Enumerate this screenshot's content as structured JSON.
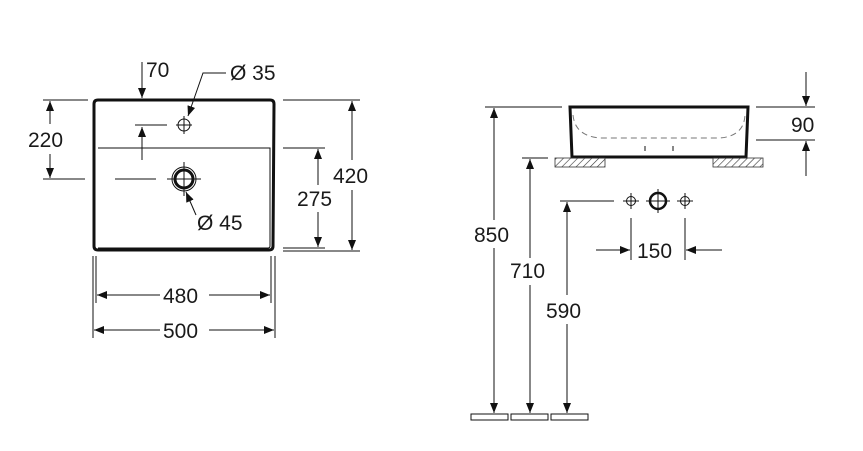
{
  "top_view": {
    "dim_tap_offset": "70",
    "dim_tap_hole": "Ø 35",
    "dim_waste_hole": "Ø 45",
    "dim_depth_to_waste": "220",
    "dim_inner_basin_depth": "275",
    "dim_total_depth": "420",
    "dim_inner_width": "480",
    "dim_total_width": "500"
  },
  "side_view": {
    "dim_height": "90",
    "dim_rim_height": "850",
    "dim_counter_height": "710",
    "dim_supply_height": "590",
    "dim_supply_spacing": "150"
  }
}
